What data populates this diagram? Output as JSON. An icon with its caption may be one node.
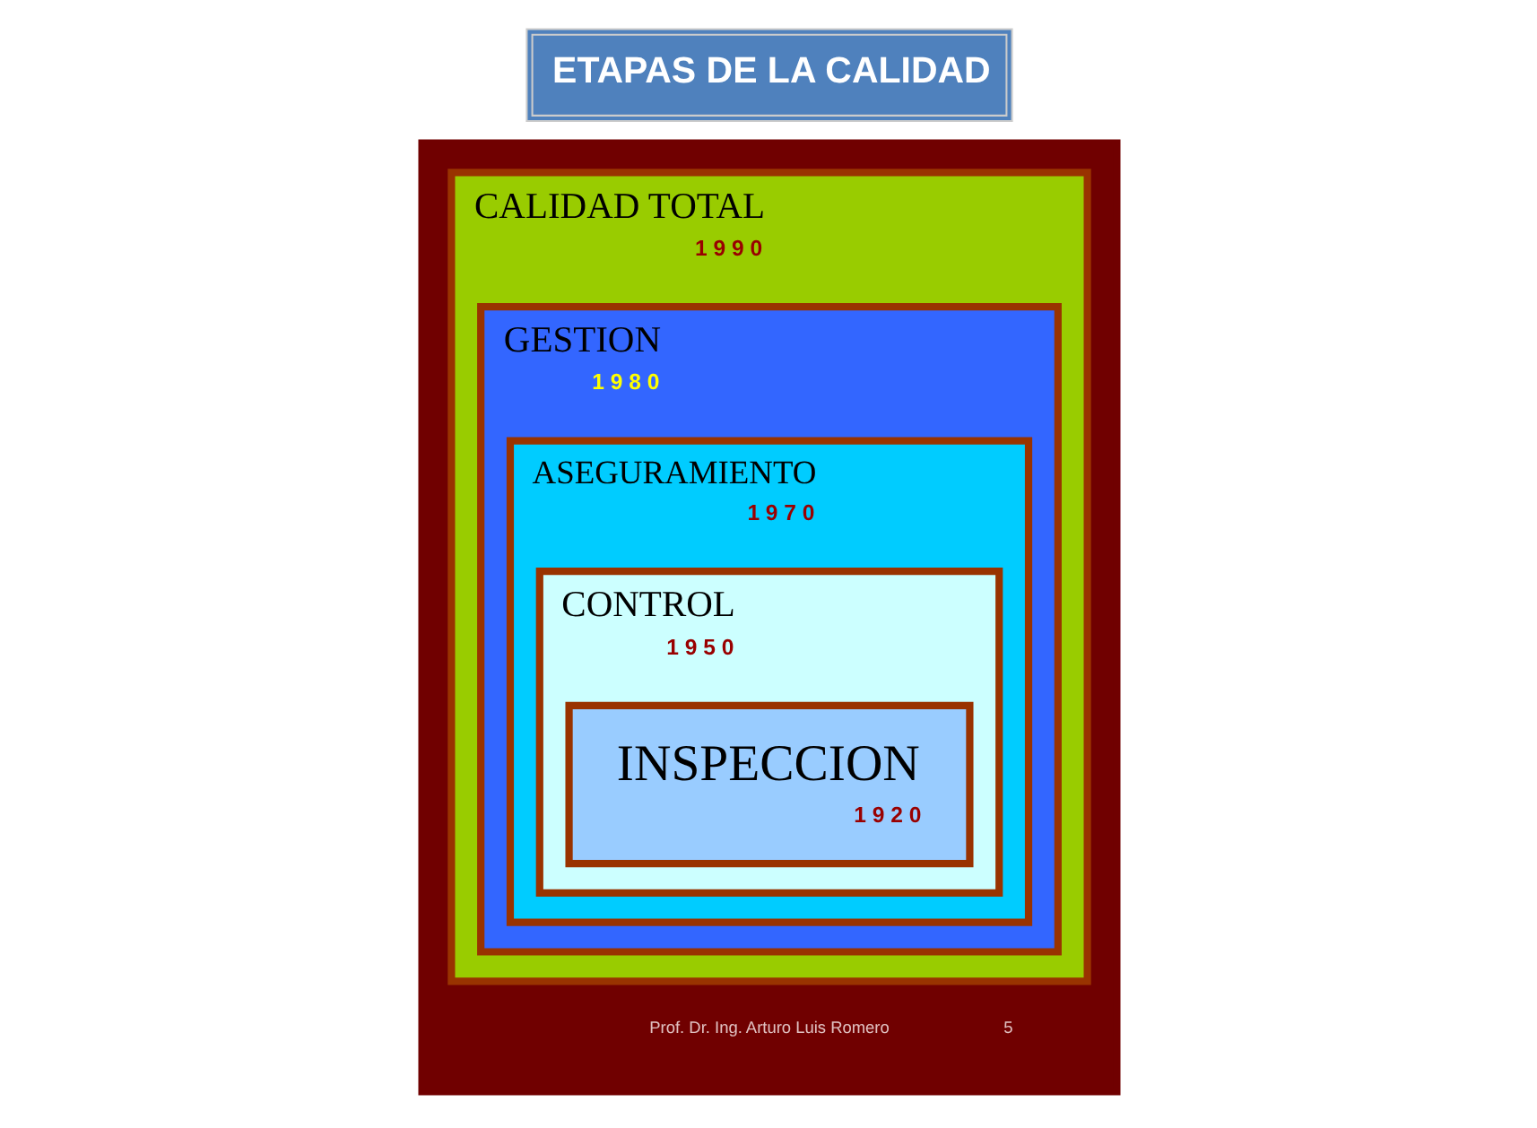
{
  "diagram": {
    "title": "ETAPAS DE LA CALIDAD",
    "nodes": [
      {
        "text": [],
        "shape": "box"
      },
      {
        "text": [
          "CALIDAD TOTAL",
          "1 9 9 0"
        ],
        "in": 0
      },
      {
        "text": [
          "GESTION",
          "1 9 8 0"
        ],
        "in": 1
      },
      {
        "text": [
          "ASEGURAMIENTO",
          "1 9 7 0"
        ],
        "in": 2
      },
      {
        "text": [
          "CONTROL",
          "1 9 5 0"
        ],
        "in": 3
      },
      {
        "text": [
          "INSPECCION",
          "1 9 2 0"
        ],
        "in": 4
      }
    ],
    "labels": [
      "Prof. Dr. Ing. Arturo Luis Romero",
      "5"
    ]
  }
}
